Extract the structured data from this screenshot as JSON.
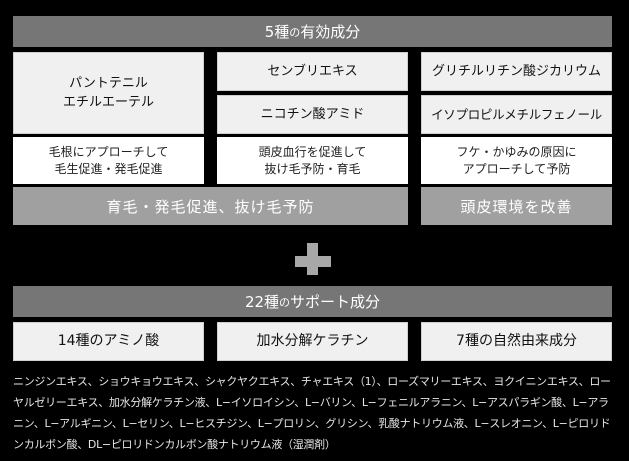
{
  "active_section": {
    "title_prefix": "5種",
    "title_particle": "の",
    "title_suffix": "有効成分",
    "ingredients": [
      {
        "name_line1": "パントテニル",
        "name_line2": "エチルエーテル"
      },
      {
        "name": "センブリエキス"
      },
      {
        "name": "ニコチン酸アミド"
      },
      {
        "name": "グリチルリチン酸ジカリウム"
      },
      {
        "name": "イソプロピルメチルフェノール"
      }
    ],
    "descriptions": [
      {
        "line1": "毛根にアプローチして",
        "line2": "毛生促進・発毛促進"
      },
      {
        "line1": "頭皮血行を促進して",
        "line2": "抜け毛予防・育毛"
      },
      {
        "line1": "フケ・かゆみの原因に",
        "line2": "アプローチして予防"
      }
    ],
    "effects": [
      "育毛・発毛促進、抜け毛予防",
      "頭皮環境を改善"
    ]
  },
  "plus_icon": "plus-icon",
  "support_section": {
    "title_prefix": "22種",
    "title_particle": "の",
    "title_suffix": "サポート成分",
    "categories": [
      "14種のアミノ酸",
      "加水分解ケラチン",
      "7種の自然由来成分"
    ],
    "ingredient_list": "ニンジンエキス、ショウキョウエキス、シャクヤクエキス、チャエキス（1）、ローズマリーエキス、ヨクイニンエキス、ローヤルゼリーエキス、加水分解ケラチン液、L−イソロイシン、L−バリン、L−フェニルアラニン、L−アスパラギン酸、L−アラニン、L−アルギニン、L−セリン、L−ヒスチジン、L−プロリン、グリシン、乳酸ナトリウム液、L−スレオニン、L−ピロリドンカルボン酸、DL−ピロリドンカルボン酸ナトリウム液（湿潤剤）"
  },
  "colors": {
    "background": "#000000",
    "header_bar": "#767676",
    "ingredient_cell": "#f0f0f0",
    "description_cell": "#ffffff",
    "effect_band": "#a0a0a0",
    "plus": "#a8a8a8"
  }
}
